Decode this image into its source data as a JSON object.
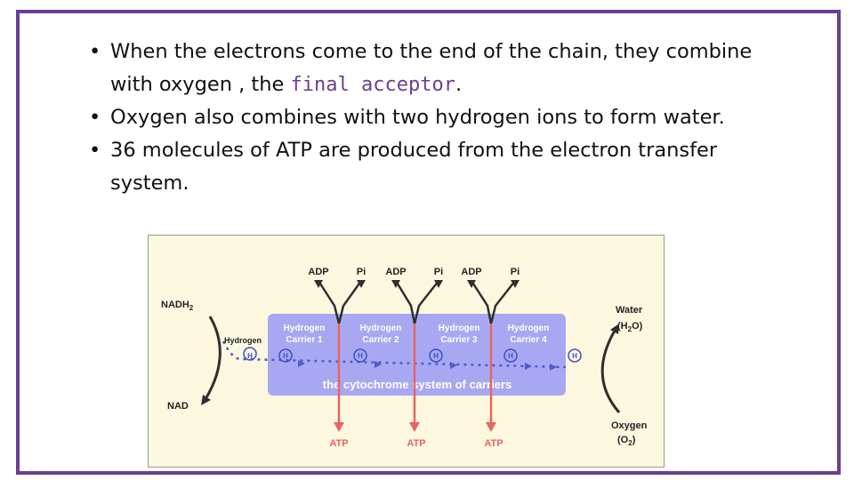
{
  "bullets": [
    {
      "before": "When the electrons come to the end of the chain, they combine with oxygen , the ",
      "highlight": "final acceptor",
      "after": "."
    },
    {
      "text": "Oxygen also combines with two hydrogen ions to form water."
    },
    {
      "text": "36 molecules of ATP are produced from the electron transfer system."
    }
  ],
  "bullet_glyph": "•",
  "diagram": {
    "adp": "ADP",
    "pi": "Pi",
    "atp": "ATP",
    "nadh2_base": "NADH",
    "nadh2_sub": "2",
    "nad": "NAD",
    "hydrogen": "Hydrogen",
    "h": "H",
    "carrier_line1": "Hydrogen",
    "carriers": [
      "Carrier 1",
      "Carrier 2",
      "Carrier 3",
      "Carrier 4"
    ],
    "cytochrome": "the cytochrome system of carriers",
    "water": "Water",
    "water_formula_a": "(H",
    "water_formula_sub": "2",
    "water_formula_b": "O)",
    "oxygen": "Oxygen",
    "oxygen_formula_a": "(O",
    "oxygen_formula_sub": "2",
    "oxygen_formula_b": ")",
    "colors": {
      "border": "#6a3e93",
      "highlight": "#6a3e93",
      "diagram_bg": "#fcf8e0",
      "band": "#a8a8f2",
      "atp_arrow": "#e8645f",
      "dots": "#4b5ccc"
    }
  }
}
